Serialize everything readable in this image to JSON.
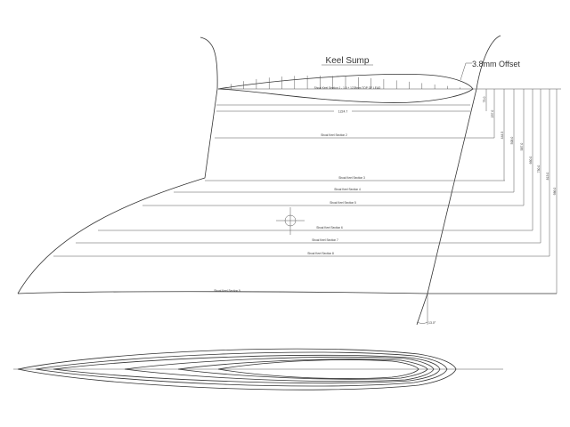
{
  "title": "Keel Sump",
  "offset_note": "3.8mm Offset",
  "top_section_label": "Shoal Keel Section 1 - 1.5 + 1228mm TOP OF LEAD",
  "length_dimension": "1224.7",
  "angle_dimension": "13.0°",
  "sections": [
    {
      "label": "Shoal Keel Section 2",
      "depth": "237.0"
    },
    {
      "label": "Shoal Keel Section 3",
      "depth": "444.5"
    },
    {
      "label": "Shoal Keel Section 4",
      "depth": "508.0"
    },
    {
      "label": "Shoal Keel Section 5",
      "depth": "587.0"
    },
    {
      "label": "Shoal Keel Section 6",
      "depth": "660.0"
    },
    {
      "label": "Shoal Keel Section 7",
      "depth": "750.0"
    },
    {
      "label": "Shoal Keel Section 8",
      "depth": "813.0"
    },
    {
      "label": "Shoal Keel Section 9",
      "depth": "986.0"
    }
  ],
  "top_offset_dimension": "75.0"
}
